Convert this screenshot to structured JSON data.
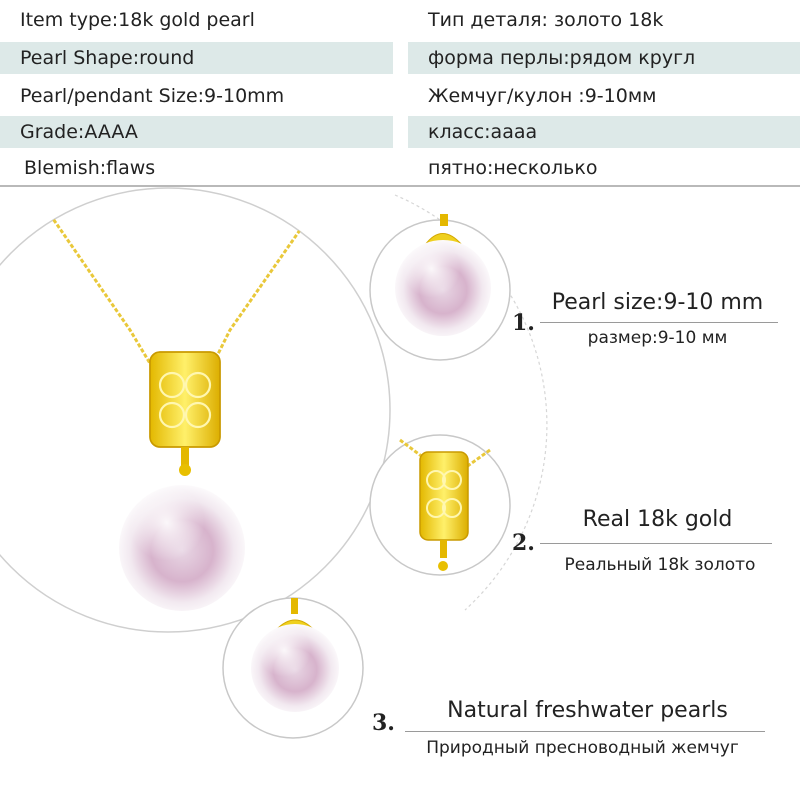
{
  "specs": {
    "rows": [
      {
        "en": "Item type:18k gold pearl",
        "ru": "Тип деталя: золото 18k",
        "shaded": false
      },
      {
        "en": "Pearl Shape:round",
        "ru": "форма перлы:рядом кругл",
        "shaded": true
      },
      {
        "en": "Pearl/pendant Size:9-10mm",
        "ru": "Жемчуг/кулон :9-10мм",
        "shaded": false
      },
      {
        "en": "Grade:AAAA",
        "ru": "класс:аааа",
        "shaded": true
      },
      {
        "en": "Blemish:flaws",
        "ru": "пятно:несколько",
        "shaded": false
      }
    ]
  },
  "features": [
    {
      "number": "1.",
      "en": "Pearl size:9-10 mm",
      "ru": "размер:9-10 мм"
    },
    {
      "number": "2.",
      "en": "Real 18k  gold",
      "ru": "Реальный 18k золото"
    },
    {
      "number": "3.",
      "en": "Natural freshwater pearls",
      "ru": "Природный пресноводный жемчуг"
    }
  ],
  "colors": {
    "row_shade": "#dde9e8",
    "gold": "#f0d21a",
    "pearl_pink": "#d9b6cf",
    "circle_stroke": "#c8c8c8"
  }
}
